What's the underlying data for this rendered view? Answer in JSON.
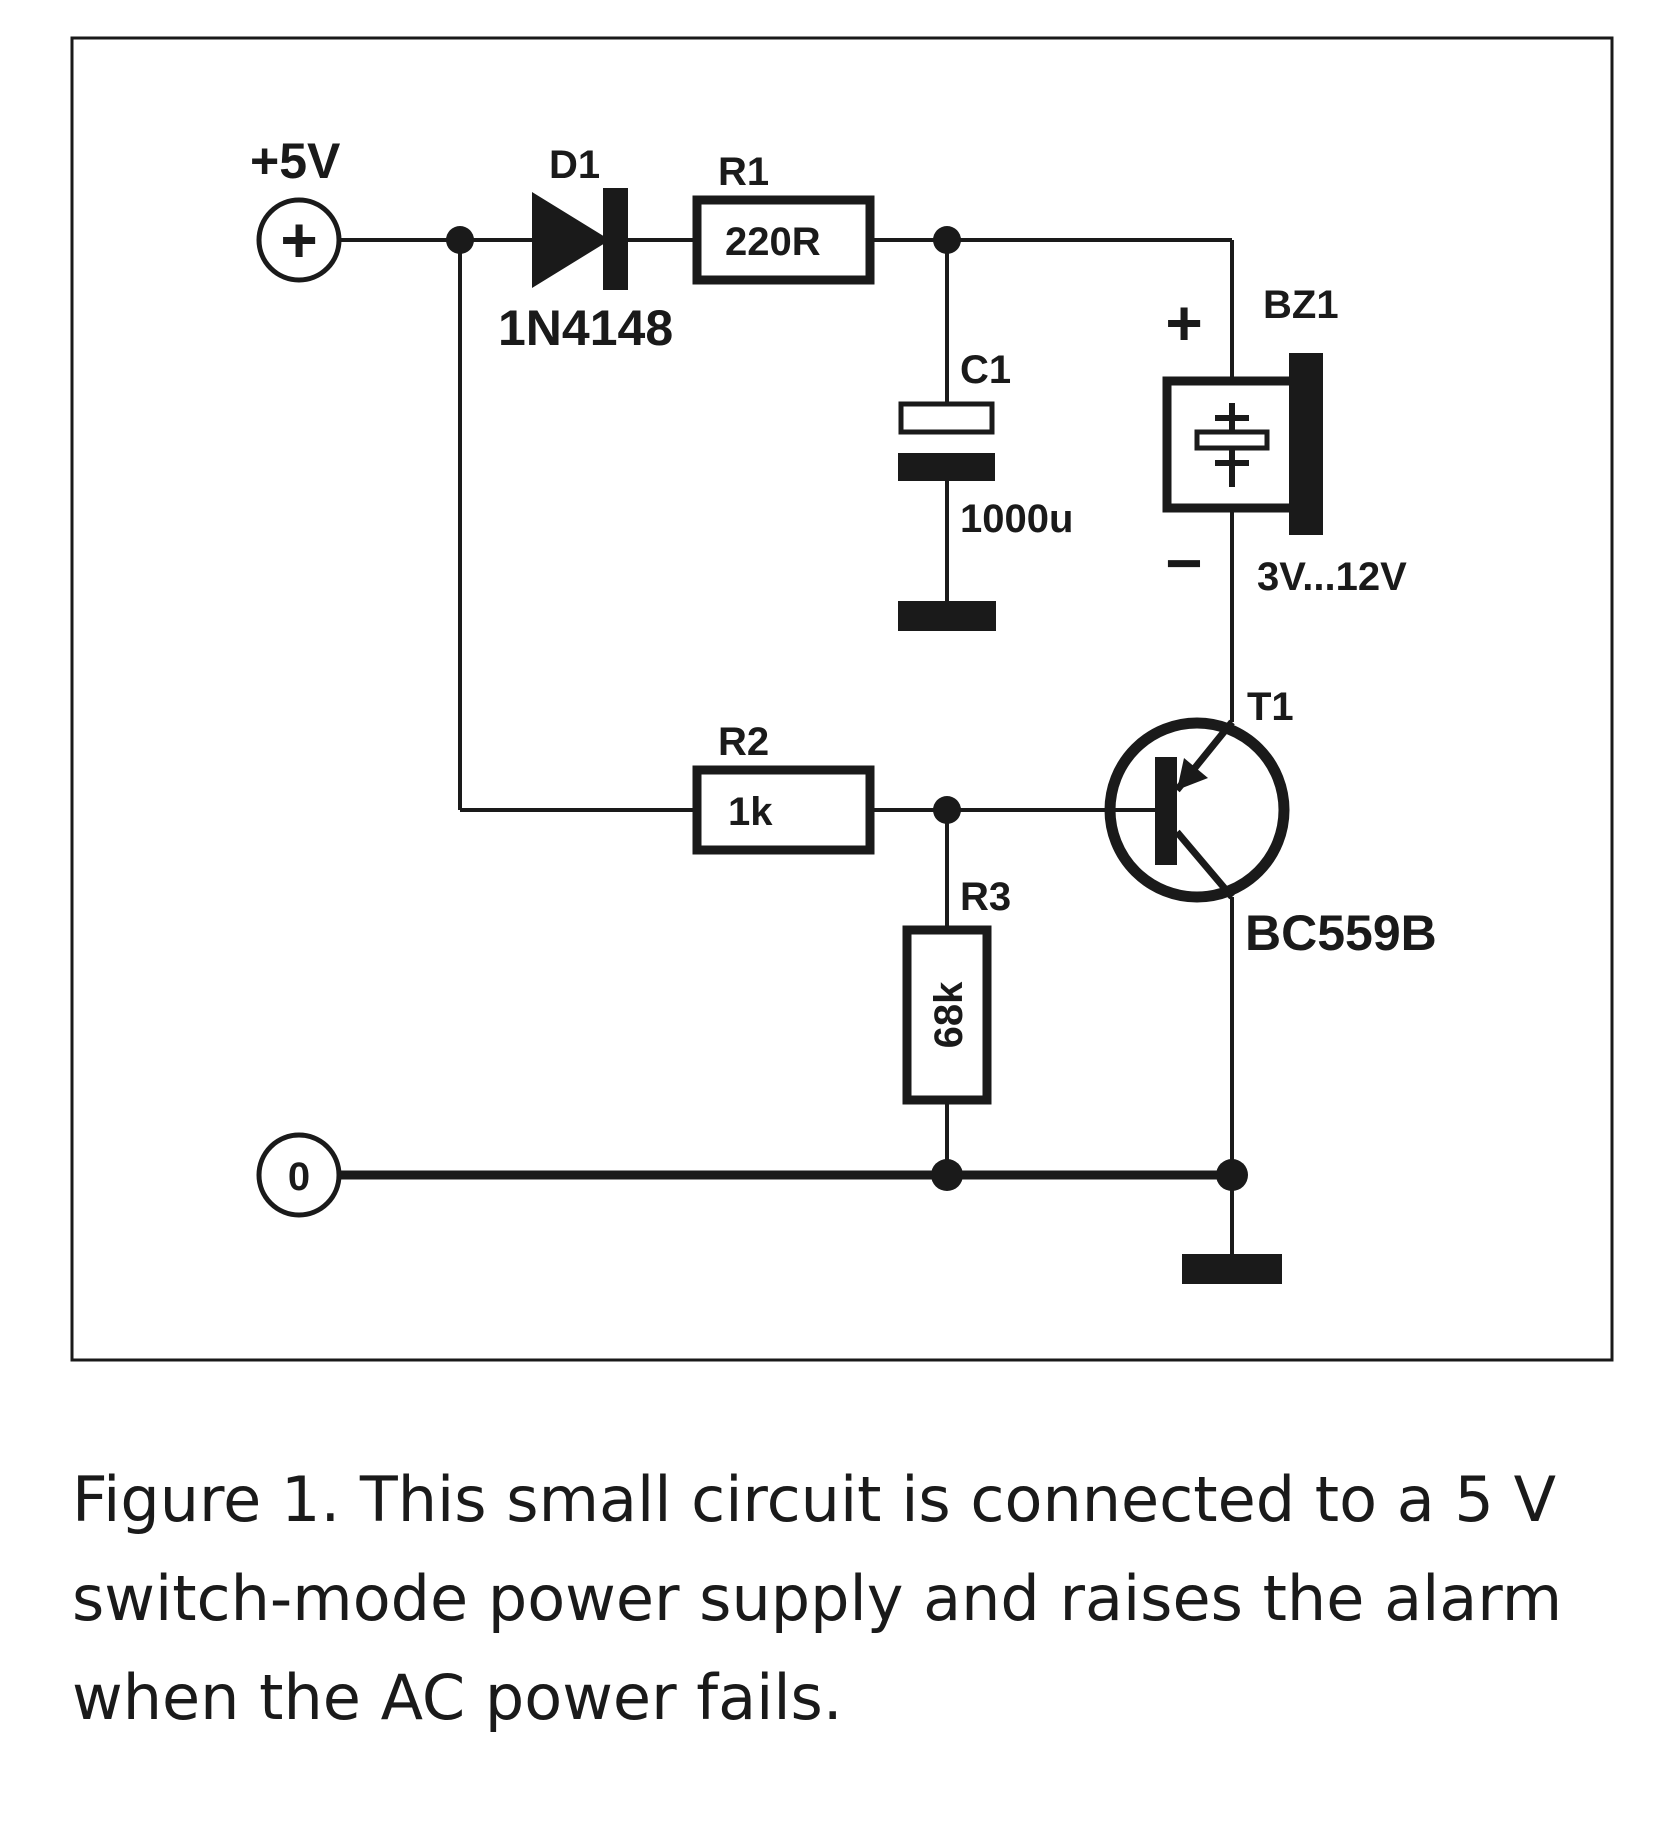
{
  "diagram": {
    "supply": {
      "label": "+5V",
      "terminal_symbol": "+"
    },
    "ground_terminal": {
      "symbol": "0"
    },
    "d1": {
      "ref": "D1",
      "part": "1N4148"
    },
    "r1": {
      "ref": "R1",
      "value": "220R"
    },
    "c1": {
      "ref": "C1",
      "value": "1000u"
    },
    "bz1": {
      "ref": "BZ1",
      "plus": "+",
      "minus": "−",
      "rating": "3V...12V"
    },
    "r2": {
      "ref": "R2",
      "value": "1k"
    },
    "r3": {
      "ref": "R3",
      "value": "68k"
    },
    "t1": {
      "ref": "T1",
      "part": "BC559B"
    }
  },
  "caption": "Figure 1. This small circuit is connected to a 5 V switch-mode power supply and raises the alarm when the AC power fails."
}
